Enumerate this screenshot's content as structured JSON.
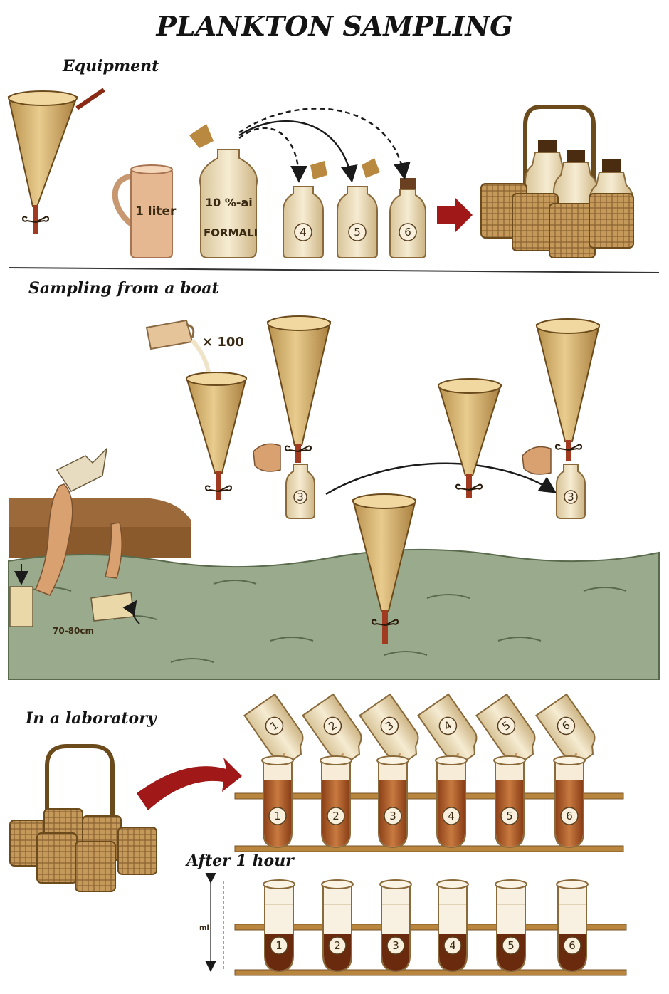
{
  "title": "PLANKTON SAMPLING",
  "sections": {
    "equipment": "Equipment",
    "boat": "Sampling from a boat",
    "lab": "In a laboratory",
    "after": "After 1 hour"
  },
  "labels": {
    "jug": "1 liter",
    "formalin_line1": "10 %-ai",
    "formalin_line2": "FORMALI",
    "pour_count": "× 100",
    "depth": "70-80cm",
    "ml": "ml"
  },
  "equipment_bottles": [
    "4",
    "5",
    "6"
  ],
  "boat_bottles": [
    "3",
    "3"
  ],
  "lab_bottles": [
    "1",
    "2",
    "3",
    "4",
    "5",
    "6"
  ],
  "tubes": [
    "1",
    "2",
    "3",
    "4",
    "5",
    "6"
  ],
  "settled_tubes": [
    "1",
    "2",
    "3",
    "4",
    "5",
    "6"
  ],
  "colors": {
    "funnel": "#d9b87a",
    "water": "#9aaa8c",
    "tube_liquid": "#b05e2c",
    "arrow_red": "#a01818"
  }
}
